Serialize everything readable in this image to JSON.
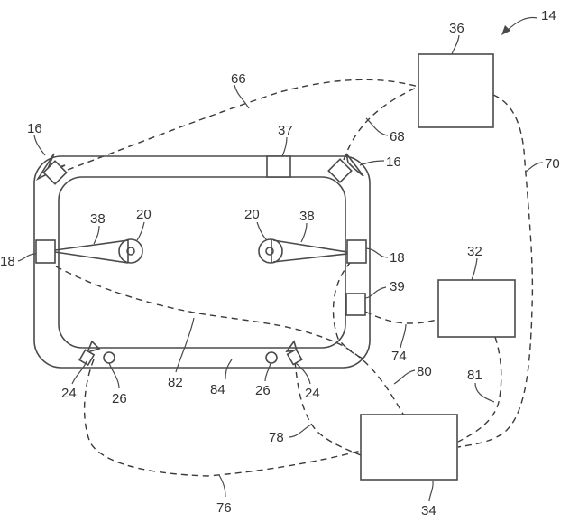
{
  "figure": {
    "ref": "14",
    "description": "Vehicle sensing system diagram with controllers, sensors and dashed communication links"
  },
  "components": {
    "controller_top": {
      "ref": "36"
    },
    "controller_right": {
      "ref": "32"
    },
    "controller_bottom": {
      "ref": "34"
    },
    "roof_sensor": {
      "ref": "37"
    },
    "mirror_sensor_left": {
      "ref": "16"
    },
    "mirror_sensor_right": {
      "ref": "16"
    },
    "side_sensor_left": {
      "ref": "18"
    },
    "side_sensor_right": {
      "ref": "18"
    },
    "wheel_left": {
      "ref": "20"
    },
    "wheel_right": {
      "ref": "20"
    },
    "linkage_left": {
      "ref": "38"
    },
    "linkage_right": {
      "ref": "38"
    },
    "door_sensor": {
      "ref": "39"
    },
    "lower_sensor_left": {
      "ref": "24"
    },
    "lower_sensor_right": {
      "ref": "24"
    },
    "roller_left": {
      "ref": "26"
    },
    "roller_right": {
      "ref": "26"
    },
    "interior": {
      "ref": "82"
    },
    "sill": {
      "ref": "84"
    }
  },
  "links": {
    "link_66": {
      "ref": "66"
    },
    "link_68": {
      "ref": "68"
    },
    "link_70": {
      "ref": "70"
    },
    "link_74": {
      "ref": "74"
    },
    "link_76": {
      "ref": "76"
    },
    "link_78": {
      "ref": "78"
    },
    "link_80": {
      "ref": "80"
    },
    "link_81": {
      "ref": "81"
    }
  }
}
